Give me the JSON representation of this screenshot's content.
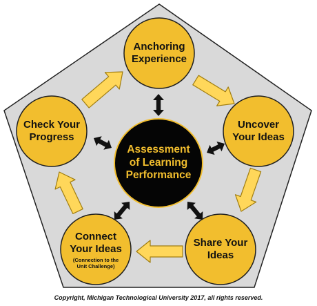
{
  "colors": {
    "pentagon_fill": "#d9d9d9",
    "pentagon_stroke": "#222222",
    "circle_fill": "#f2be2e",
    "circle_stroke": "#1f1f1f",
    "center_fill": "#050505",
    "center_stroke": "#f2be2e",
    "center_text": "#f2be2e",
    "arrow_fill": "#ffd75a",
    "arrow_stroke": "#a07d10",
    "double_arrow": "#111111"
  },
  "center": {
    "label": "Assessment\nof Learning\nPerformance"
  },
  "stages": [
    {
      "id": "anchoring",
      "label": "Anchoring\nExperience",
      "sub": ""
    },
    {
      "id": "uncover",
      "label": "Uncover\nYour Ideas",
      "sub": ""
    },
    {
      "id": "share",
      "label": "Share Your\nIdeas",
      "sub": ""
    },
    {
      "id": "connect",
      "label": "Connect\nYour Ideas",
      "sub": "(Connection to the\nUnit Challenge)"
    },
    {
      "id": "check",
      "label": "Check Your\nProgress",
      "sub": ""
    }
  ],
  "copyright": "Copyright, Michigan Technological University 2017, all rights reserved."
}
